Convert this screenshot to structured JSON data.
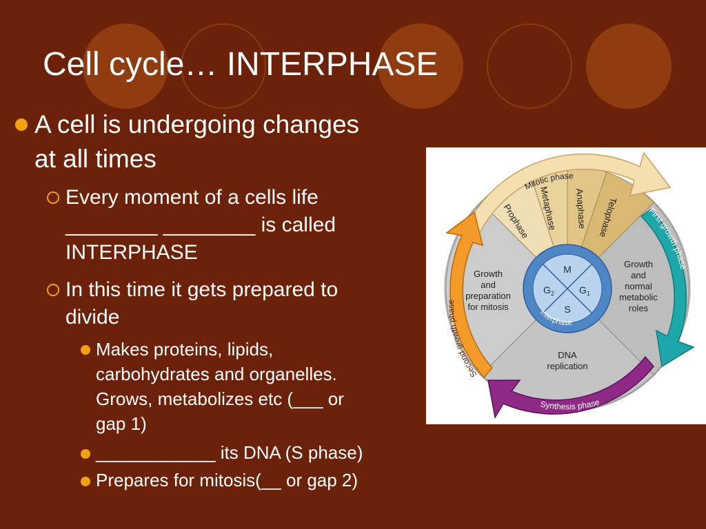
{
  "slide": {
    "title": "Cell cycle… INTERPHASE",
    "bullets": [
      {
        "lines": [
          "A cell is undergoing changes",
          "at all times"
        ]
      },
      {
        "lines": [
          "Every moment of a cells life",
          "________ ________ is called",
          "INTERPHASE"
        ]
      },
      {
        "lines": [
          "In this time it gets prepared to",
          "divide"
        ]
      },
      {
        "lines": [
          "Makes proteins, lipids,",
          "carbohydrates and organelles.",
          "Grows, metabolizes etc  (___ or",
          "gap 1)"
        ]
      },
      {
        "lines": [
          "____________ its DNA (S phase)"
        ]
      },
      {
        "lines": [
          "Prepares for mitosis(__ or gap 2)"
        ]
      }
    ]
  },
  "colors": {
    "background": "#6b2208",
    "bullet": "#f2a20f",
    "mitotic_arrow": "#f5deb0",
    "first_growth_arrow": "#1ea7a8",
    "synthesis_arrow": "#8e2a86",
    "second_growth_arrow": "#f39a28",
    "interphase_ring": "#4f86c6",
    "center": "#b9d3ef"
  },
  "diagram": {
    "mitotic_phase": "Mitotic phase",
    "first_growth_phase": "First growth phase",
    "synthesis_phase": "Synthesis phase",
    "second_growth_phase": "Second growth phase",
    "prophase": "Prophase",
    "metaphase": "Metaphase",
    "anaphase": "Anaphase",
    "telophase": "Telophase",
    "g1_text": [
      "Growth",
      "and",
      "normal",
      "metabolic",
      "roles"
    ],
    "s_text": [
      "DNA",
      "replication"
    ],
    "g2_text": [
      "Growth",
      "and",
      "preparation",
      "for mitosis"
    ],
    "center_m": "M",
    "center_s": "S",
    "center_g1": "G",
    "center_g1_sub": "1",
    "center_g2": "G",
    "center_g2_sub": "2",
    "interphase": "Interphase"
  }
}
